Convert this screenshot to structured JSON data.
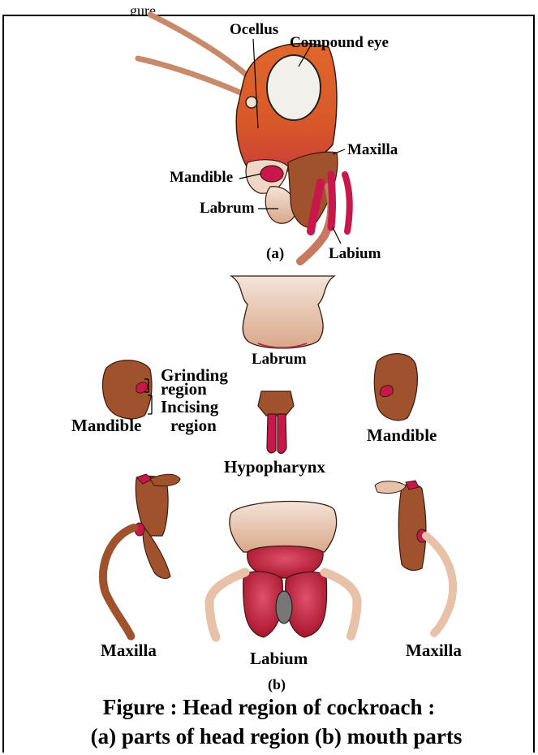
{
  "top_fragment": "gure",
  "labels": {
    "ocellus": "Ocellus",
    "compound_eye": "Compound  eye",
    "maxilla_a": "Maxilla",
    "mandible_a": "Mandible",
    "labrum_a": "Labrum",
    "labium_a": "Labium",
    "panel_a": "(a)",
    "labrum_b": "Labrum",
    "grinding": "Grinding",
    "region1": "region",
    "incising": "Incising",
    "region2": "region",
    "mandible_left": "Mandible",
    "mandible_right": "Mandible",
    "hypopharynx": "Hypopharynx",
    "maxilla_left": "Maxilla",
    "labium_b": "Labium",
    "maxilla_right": "Maxilla",
    "panel_b": "(b)"
  },
  "caption": {
    "line1": "Figure : Head region of cockroach :",
    "line2": "(a) parts of head region (b) mouth parts"
  },
  "colors": {
    "head_orange": "#d9531e",
    "brown": "#a0522d",
    "crimson": "#c8174a",
    "tan": "#e8c2a8",
    "eye": "#f2f0ea"
  }
}
